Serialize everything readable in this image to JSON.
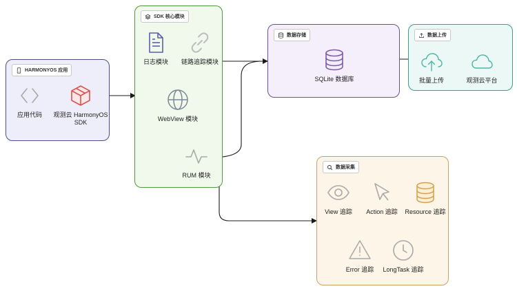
{
  "groups": {
    "harmony": {
      "title": "HARMONYOS 应用",
      "color": "#4a4f8a",
      "fill": "#eeedfa"
    },
    "sdk": {
      "title": "SDK 核心模块",
      "color": "#4c9a3a",
      "fill": "#f1f9ec"
    },
    "storage": {
      "title": "数据存储",
      "color": "#6b4fa0",
      "fill": "#f5effc"
    },
    "upload": {
      "title": "数据上传",
      "color": "#3f9b8c",
      "fill": "#ecf8f5"
    },
    "collect": {
      "title": "数据采集",
      "color": "#c9a26a",
      "fill": "#fdf5e8"
    }
  },
  "nodes": {
    "app_code": {
      "label": "应用代码",
      "icon": "code-brackets-icon"
    },
    "sdk_pkg": {
      "label": "观测云 HarmonyOS SDK",
      "icon": "package-box-icon"
    },
    "log": {
      "label": "日志模块",
      "icon": "file-text-icon"
    },
    "trace": {
      "label": "链路追踪模块",
      "icon": "link-icon"
    },
    "webview": {
      "label": "WebView 模块",
      "icon": "globe-icon"
    },
    "rum": {
      "label": "RUM 模块",
      "icon": "activity-pulse-icon"
    },
    "sqlite": {
      "label": "SQLite 数据库",
      "icon": "database-icon"
    },
    "batch": {
      "label": "批量上传",
      "icon": "cloud-upload-icon"
    },
    "cloud": {
      "label": "观测云平台",
      "icon": "cloud-icon"
    },
    "view": {
      "label": "View 追踪",
      "icon": "eye-icon"
    },
    "action": {
      "label": "Action 追踪",
      "icon": "cursor-pointer-icon"
    },
    "resource": {
      "label": "Resource 追踪",
      "icon": "database-icon"
    },
    "error": {
      "label": "Error 追踪",
      "icon": "alert-triangle-icon"
    },
    "longtask": {
      "label": "LongTask 追踪",
      "icon": "clock-icon"
    }
  },
  "colors": {
    "edge": "#1a1a1a",
    "icon_default": "#a8a8a8",
    "icon_purple": "#5a5fa8",
    "icon_red": "#d9534f",
    "icon_sqlite": "#7d5aa6",
    "icon_teal": "#4cb6a6",
    "icon_amber": "#d4a24c",
    "icon_slate": "#7a8896"
  }
}
